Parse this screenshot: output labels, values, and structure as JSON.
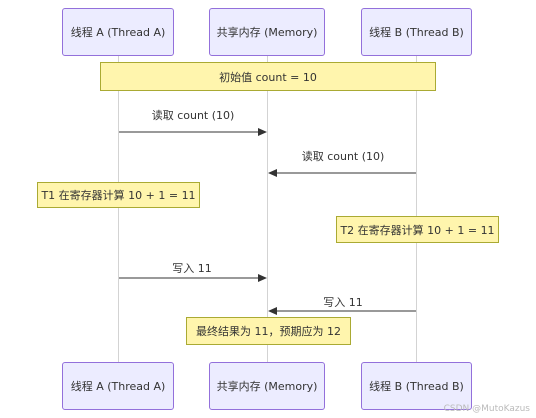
{
  "participants": {
    "a": "线程 A (Thread A)",
    "mem": "共享内存 (Memory)",
    "b": "线程 B (Thread B)"
  },
  "notes": {
    "initial": "初始值 count = 10",
    "t1_compute": "T1 在寄存器计算 10 + 1 = 11",
    "t2_compute": "T2 在寄存器计算 10 + 1 = 11",
    "final": "最终结果为 11，预期应为 12"
  },
  "messages": {
    "a_read": "读取 count (10)",
    "b_read": "读取 count (10)",
    "a_write": "写入 11",
    "b_write": "写入 11"
  },
  "watermark": "CSDN @MutoKazus",
  "colors": {
    "actor_fill": "#ececff",
    "actor_border": "#9370db",
    "note_fill": "#fff5ad",
    "note_border": "#aaaa33",
    "arrow": "#333333",
    "lifeline": "#d3d3d3"
  }
}
